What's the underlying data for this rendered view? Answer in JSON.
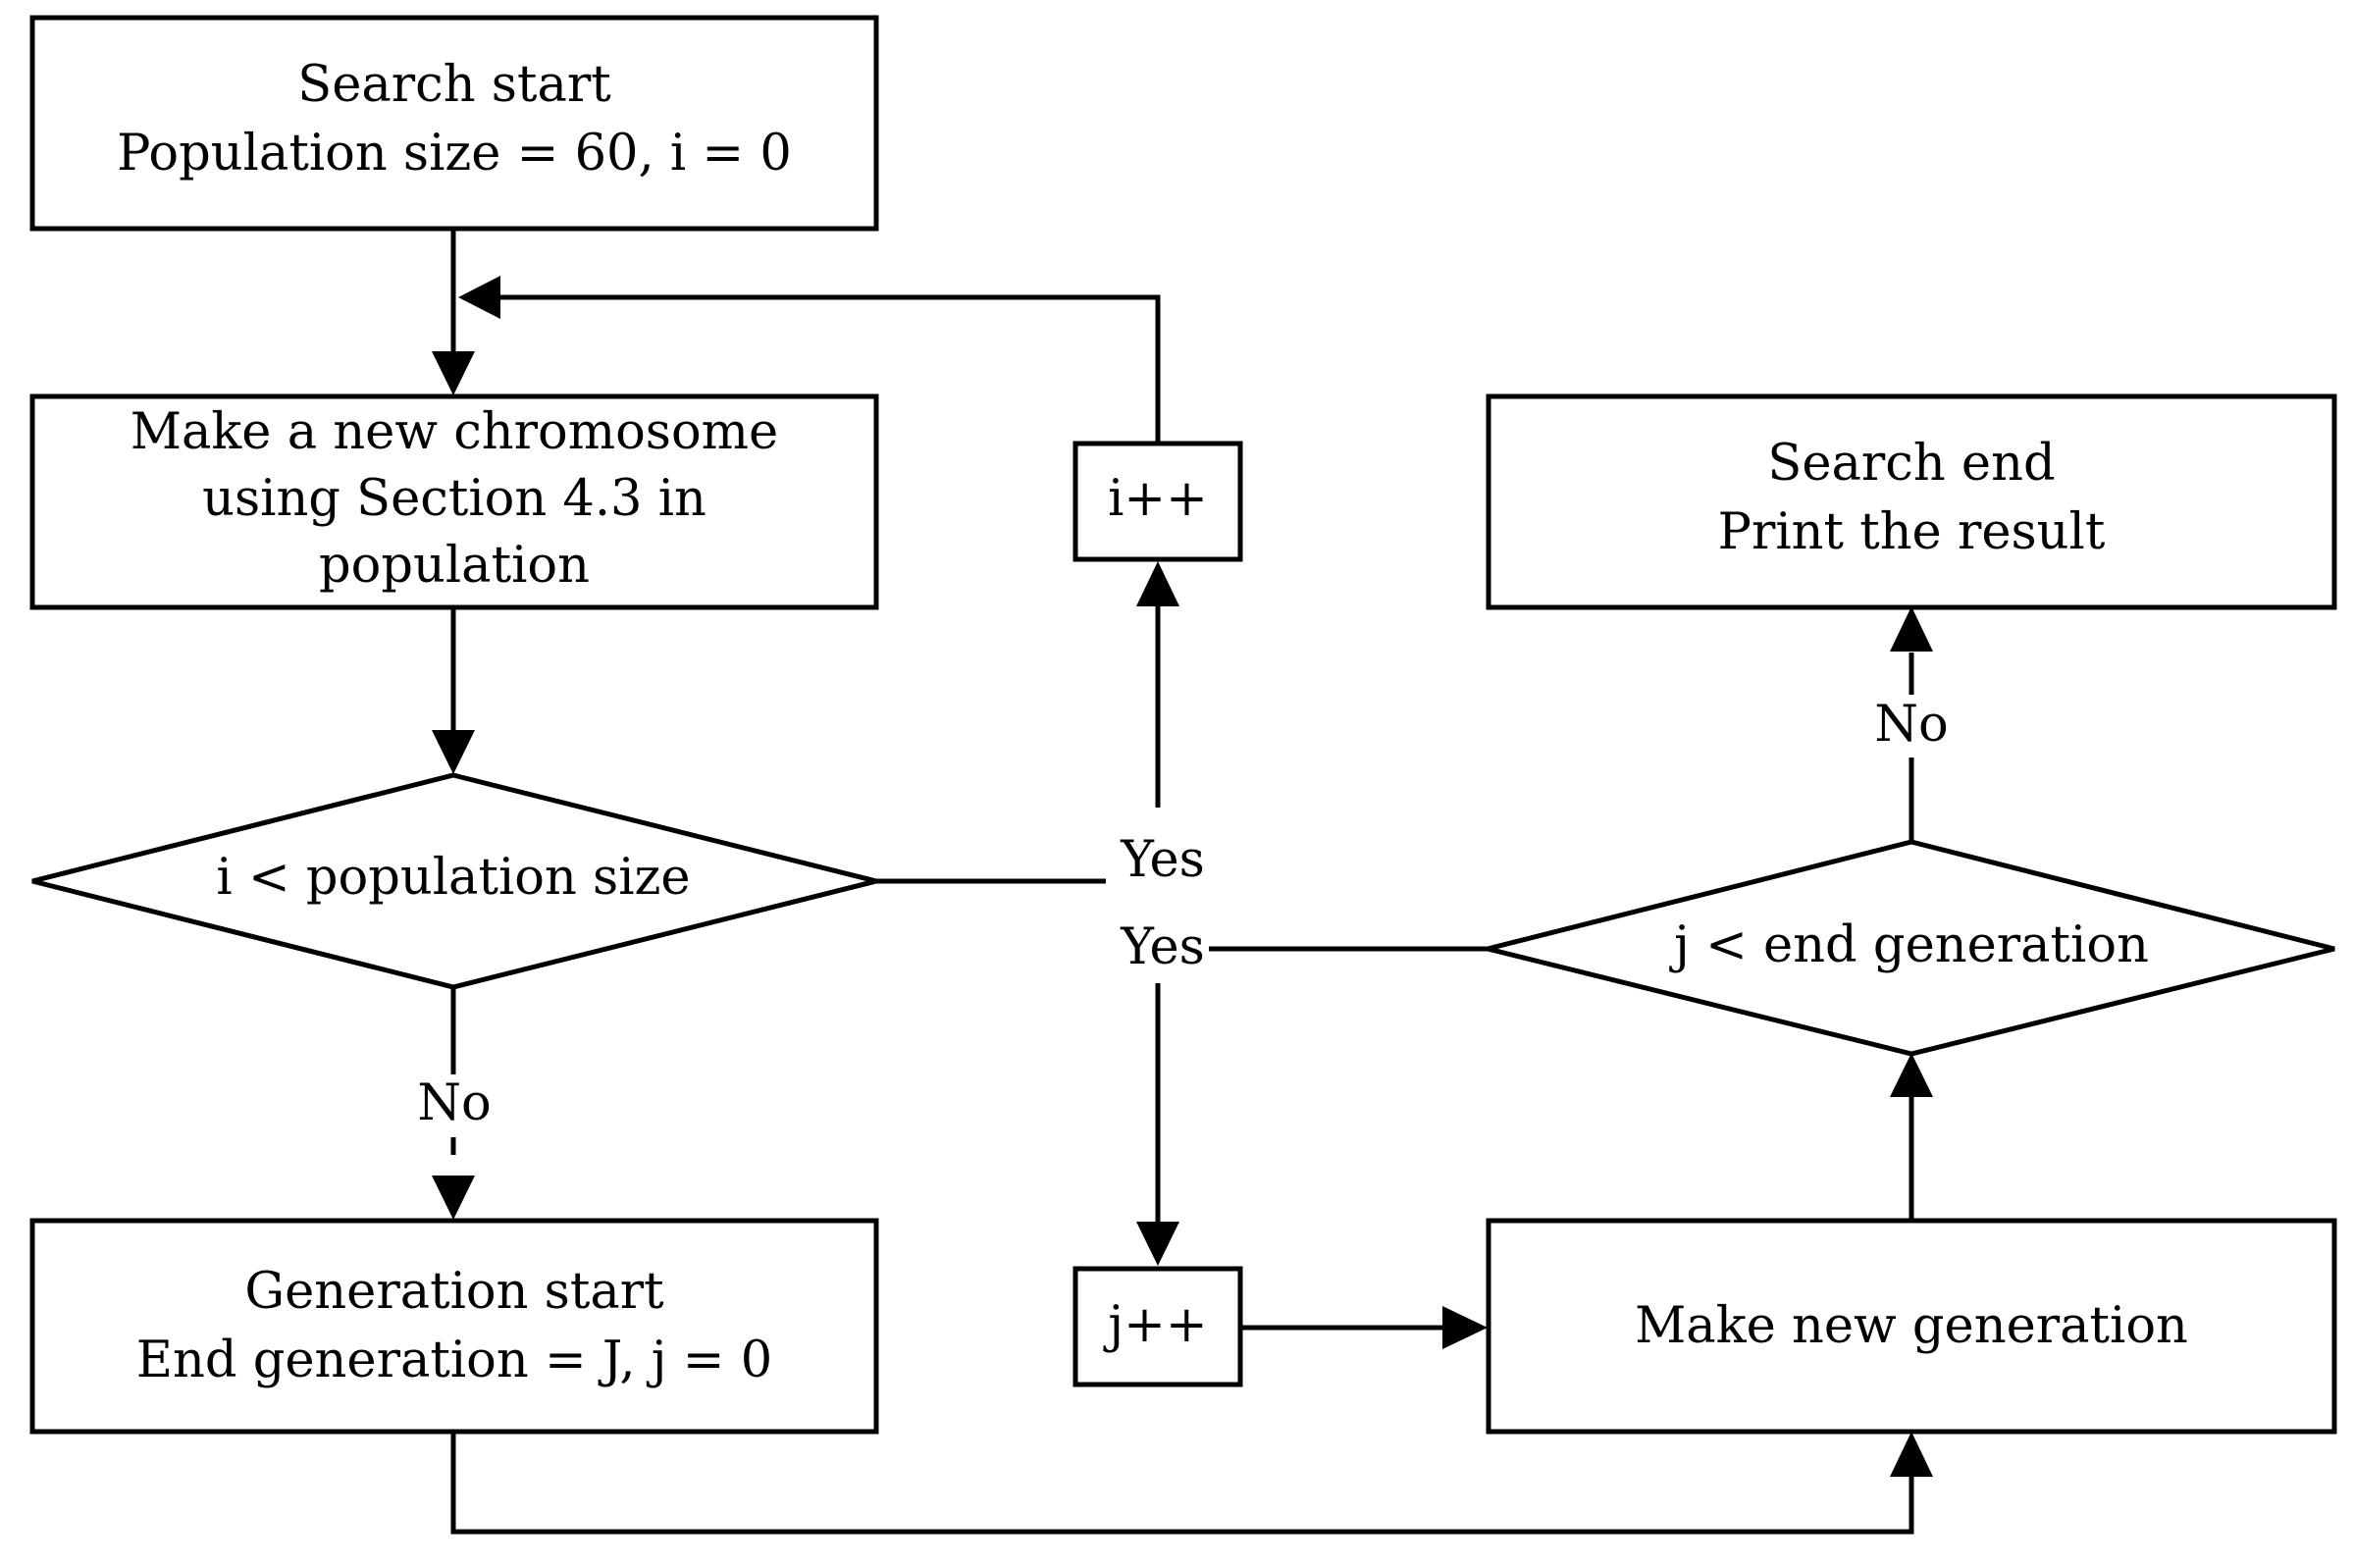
{
  "nodes": {
    "search_start": {
      "line1": "Search start",
      "line2": "Population size = 60, i = 0"
    },
    "make_chromosome": {
      "line1": "Make a new chromosome",
      "line2": "using Section 4.3 in",
      "line3": "population"
    },
    "i_condition": {
      "text": "i < population size"
    },
    "i_increment": {
      "text": "i++"
    },
    "generation_start": {
      "line1": "Generation start",
      "line2": "End generation = J, j = 0"
    },
    "j_increment": {
      "text": "j++"
    },
    "make_new_generation": {
      "text": "Make new generation"
    },
    "j_condition": {
      "text": "j < end generation"
    },
    "search_end": {
      "line1": "Search end",
      "line2": "Print the result"
    }
  },
  "edge_labels": {
    "i_yes": "Yes",
    "j_yes": "Yes",
    "i_no": "No",
    "j_no": "No"
  },
  "colors": {
    "stroke": "#000000",
    "fill": "#ffffff"
  }
}
